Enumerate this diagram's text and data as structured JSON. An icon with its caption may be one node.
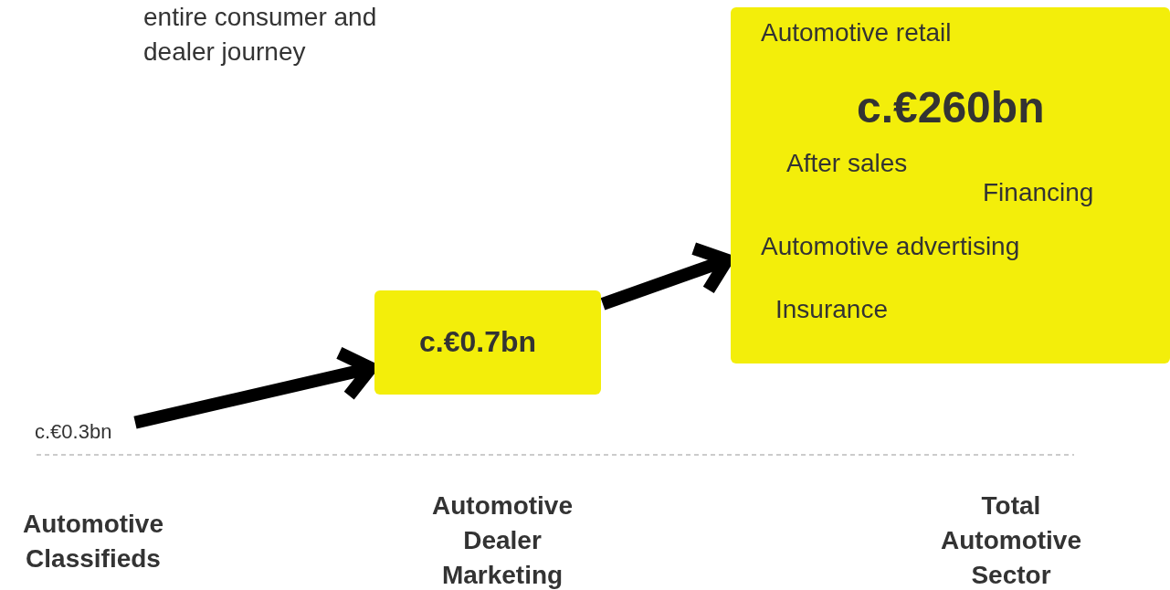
{
  "diagram": {
    "nodes": [
      {
        "text": [
          "c.€0.3bn"
        ]
      },
      {
        "text": [
          "c.€0.7bn"
        ]
      },
      {
        "text": [
          "Automotive retail",
          "c.€260bn",
          "After sales",
          "Financing",
          "Automotive advertising",
          "Insurance"
        ]
      }
    ],
    "edges": [
      {
        "from": 0,
        "to": 1,
        "arrow": "to"
      },
      {
        "from": 1,
        "to": 2,
        "arrow": "to"
      }
    ],
    "labels": [
      "entire consumer and dealer journey",
      "Automotive Classifieds",
      "Automotive Dealer Marketing",
      "Total Automotive Sector"
    ]
  }
}
